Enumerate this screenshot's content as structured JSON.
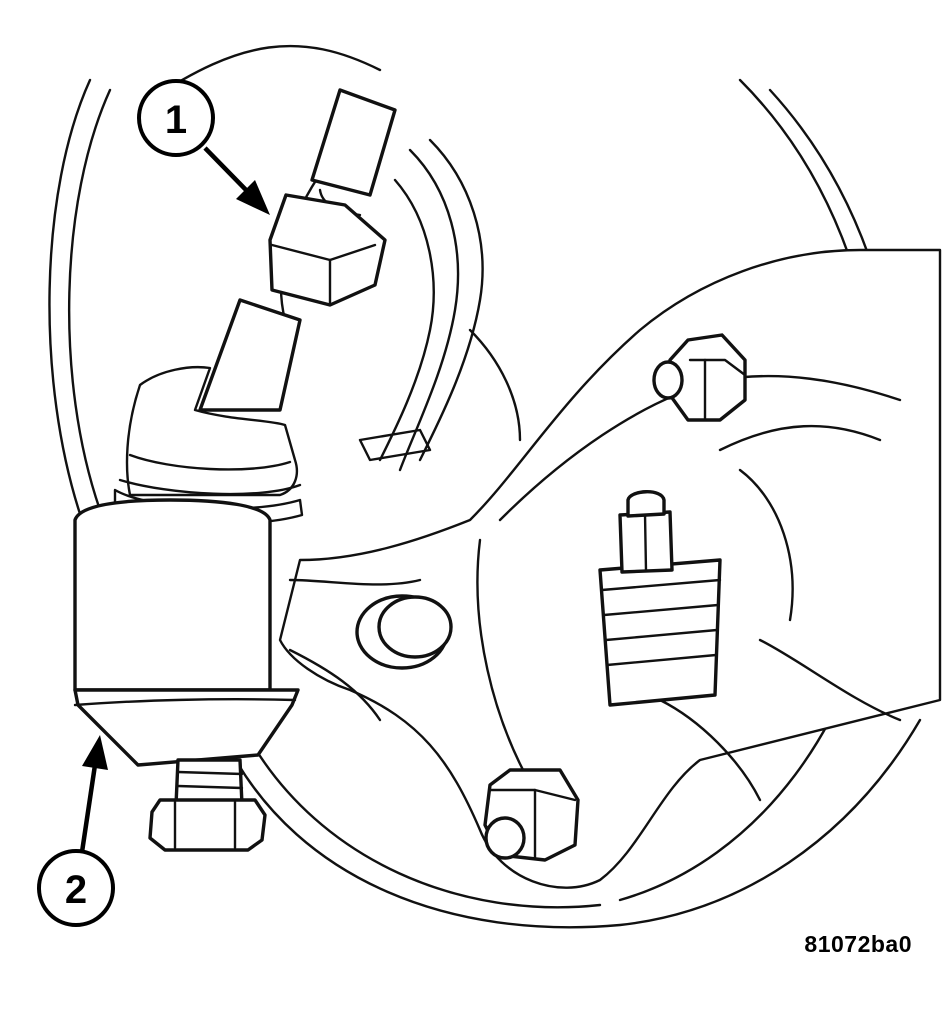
{
  "callouts": [
    {
      "number": "1"
    },
    {
      "number": "2"
    }
  ],
  "figure_id": "81072ba0",
  "colors": {
    "line": "#111111",
    "background": "#ffffff"
  }
}
